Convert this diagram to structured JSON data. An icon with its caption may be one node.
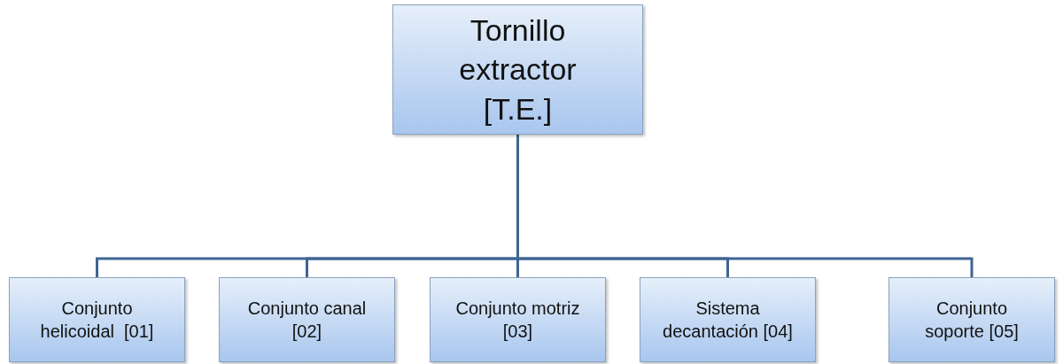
{
  "diagram": {
    "nodes": [
      {
        "text": [
          "Tornillo extractor [T.E.]"
        ]
      },
      {
        "text": [
          "Conjunto helicoidal  [01]"
        ]
      },
      {
        "text": [
          "Conjunto canal [02]"
        ]
      },
      {
        "text": [
          "Conjunto motriz [03]"
        ]
      },
      {
        "text": [
          "Sistema decantación [04]"
        ]
      },
      {
        "text": [
          "Conjunto soporte [05]"
        ]
      }
    ],
    "edges": [
      {
        "from": 0,
        "to": 1,
        "arrow": "none"
      },
      {
        "from": 0,
        "to": 2,
        "arrow": "none"
      },
      {
        "from": 0,
        "to": 3,
        "arrow": "none"
      },
      {
        "from": 0,
        "to": 4,
        "arrow": "none"
      },
      {
        "from": 0,
        "to": 5,
        "arrow": "none"
      }
    ]
  }
}
